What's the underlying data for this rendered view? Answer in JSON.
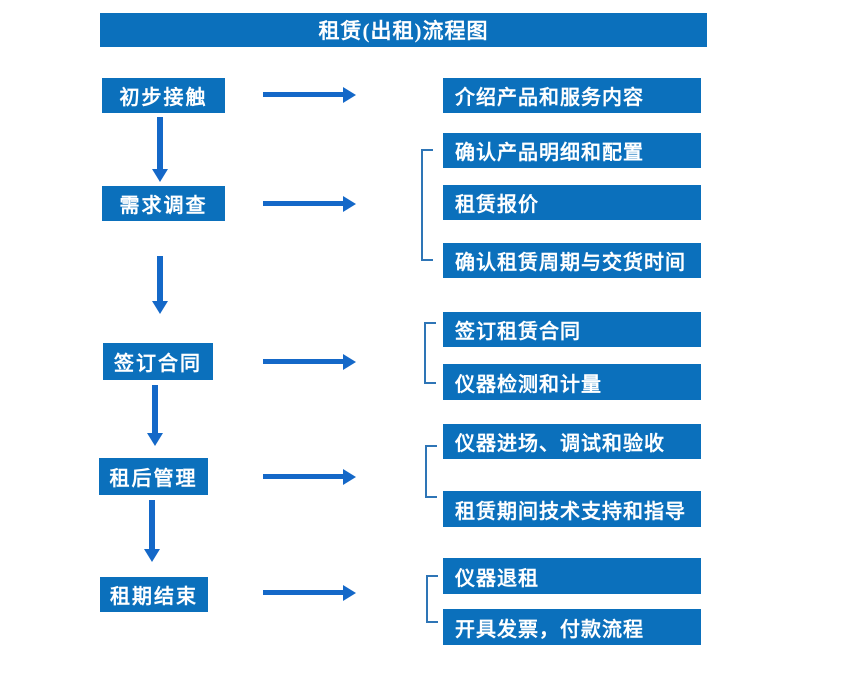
{
  "colors": {
    "box_blue": "#0b70bc",
    "arrow_blue": "#1468c8",
    "bracket_blue": "#2e75b6",
    "text_white": "#ffffff"
  },
  "flow": {
    "title": "租赁(出租)流程图",
    "stages": [
      {
        "label": "初步接触",
        "outputs": [
          "介绍产品和服务内容"
        ]
      },
      {
        "label": "需求调查",
        "outputs": [
          "确认产品明细和配置",
          "租赁报价",
          "确认租赁周期与交货时间"
        ]
      },
      {
        "label": "签订合同",
        "outputs": [
          "签订租赁合同",
          "仪器检测和计量"
        ]
      },
      {
        "label": "租后管理",
        "outputs": [
          "仪器进场、调试和验收",
          "租赁期间技术支持和指导"
        ]
      },
      {
        "label": "租期结束",
        "outputs": [
          "仪器退租",
          "开具发票，付款流程"
        ]
      }
    ]
  }
}
